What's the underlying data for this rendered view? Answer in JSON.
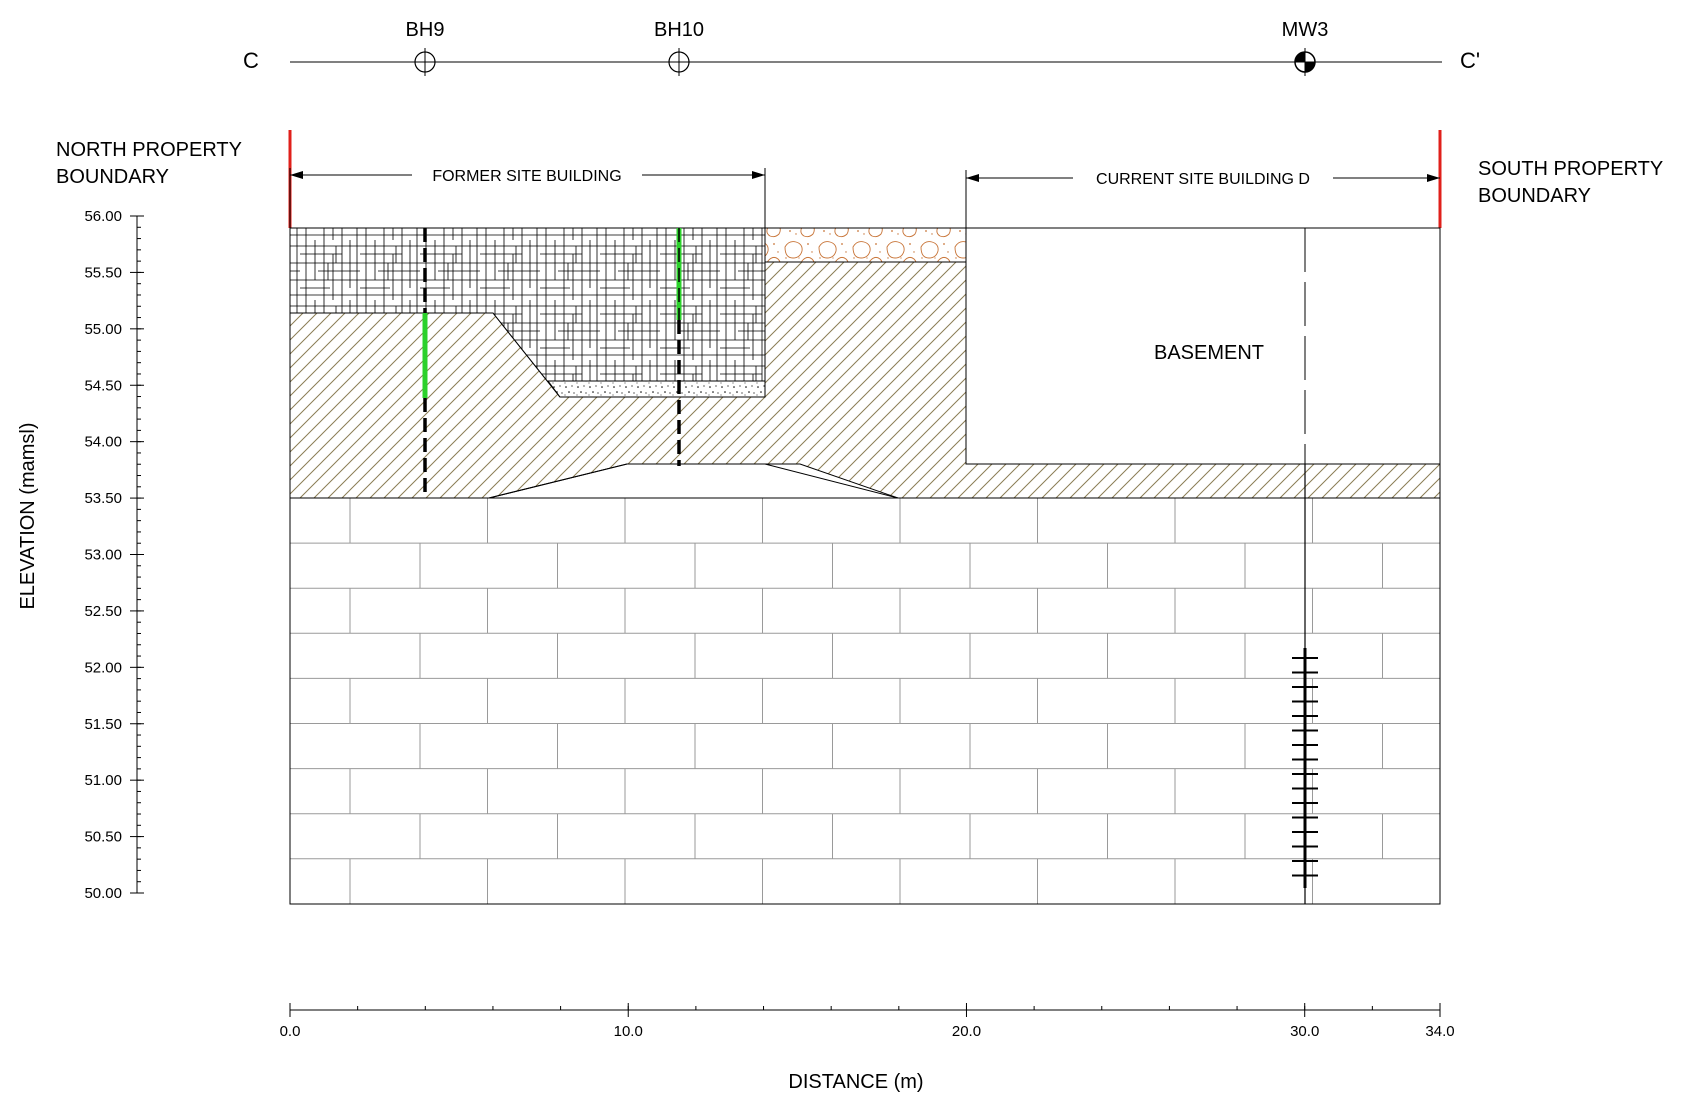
{
  "section_line": {
    "start_label": "C",
    "end_label": "C'",
    "boreholes": [
      {
        "name": "BH9",
        "distance_m": 4.0,
        "type": "borehole"
      },
      {
        "name": "BH10",
        "distance_m": 11.5,
        "type": "borehole"
      },
      {
        "name": "MW3",
        "distance_m": 30.0,
        "type": "monitoring-well"
      }
    ]
  },
  "boundaries": {
    "north": [
      "NORTH PROPERTY",
      "BOUNDARY"
    ],
    "south": [
      "SOUTH PROPERTY",
      "BOUNDARY"
    ],
    "color": "#e0201b"
  },
  "buildings": {
    "former": {
      "label": "FORMER SITE BUILDING",
      "from_m": 0,
      "to_m": 14
    },
    "current": {
      "label": "CURRENT SITE BUILDING D",
      "from_m": 20,
      "to_m": 34
    }
  },
  "basement_label": "BASEMENT",
  "axes": {
    "y_label": "ELEVATION (mamsl)",
    "x_label": "DISTANCE (m)",
    "y_ticks": [
      "56.00",
      "55.50",
      "55.00",
      "54.50",
      "54.00",
      "53.50",
      "53.00",
      "52.50",
      "52.00",
      "51.50",
      "51.00",
      "50.50",
      "50.00"
    ],
    "x_ticks": [
      "0.0",
      "10.0",
      "20.0",
      "30.0",
      "34.0"
    ],
    "y_range": [
      50.0,
      56.0
    ],
    "x_range": [
      0,
      34
    ]
  },
  "colors": {
    "screen": "#2bd12b",
    "fill_hatch": "#8b7d55",
    "gravel": "#c87437"
  }
}
